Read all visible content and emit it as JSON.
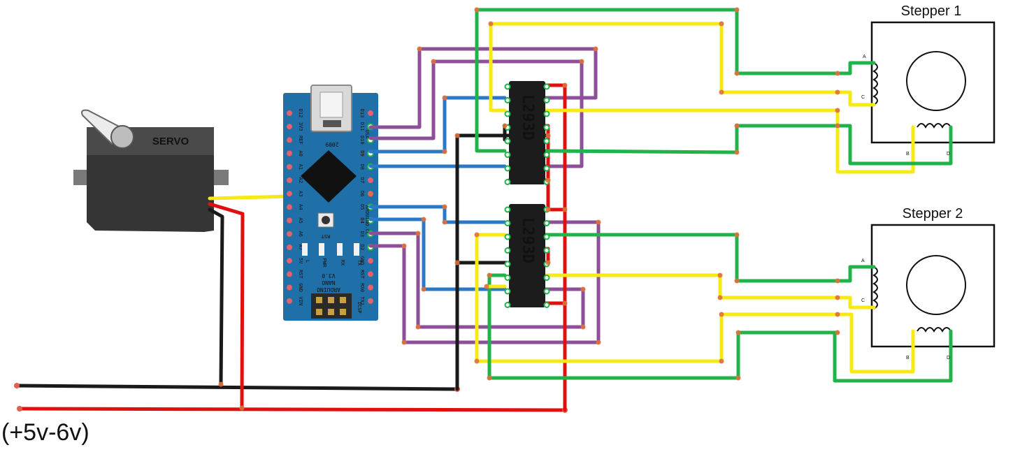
{
  "labels": {
    "stepper1": "Stepper 1",
    "stepper2": "Stepper 2",
    "power": "(+5v-6v)",
    "servo": "SERVO",
    "driver1": "L293D",
    "driver2": "L293D",
    "coil_a": "A",
    "coil_b": "B",
    "coil_c": "C",
    "coil_d": "D"
  },
  "arduino": {
    "name": "ARDUINO",
    "model": "NANO",
    "version": "V3.0",
    "site": "ARDUINO.CC",
    "year": "2009",
    "usa": "USA",
    "reset": "RST",
    "icsp": "ICSP",
    "leds": [
      "L",
      "PWR",
      "RX",
      "TX"
    ],
    "left_pins": [
      "D12",
      "3V3",
      "REF",
      "A0",
      "A1",
      "A2",
      "A3",
      "A4",
      "A5",
      "A6",
      "A7",
      "5V",
      "RST",
      "GND",
      "VIN"
    ],
    "right_pins": [
      "D13",
      "D11",
      "D10",
      "D9",
      "D8",
      "D7",
      "D6",
      "D5",
      "D4",
      "D3",
      "D2",
      "GND",
      "RST",
      "RX0",
      "TX1"
    ]
  },
  "colors": {
    "green": "#22b24a",
    "yellow": "#f5ea14",
    "purple": "#8e4f9a",
    "blue": "#2a78c8",
    "red": "#e01010",
    "black": "#1a1a1a",
    "board": "#1f6fa8",
    "chip": "#1c1c1c",
    "servo_body": "#353535"
  }
}
